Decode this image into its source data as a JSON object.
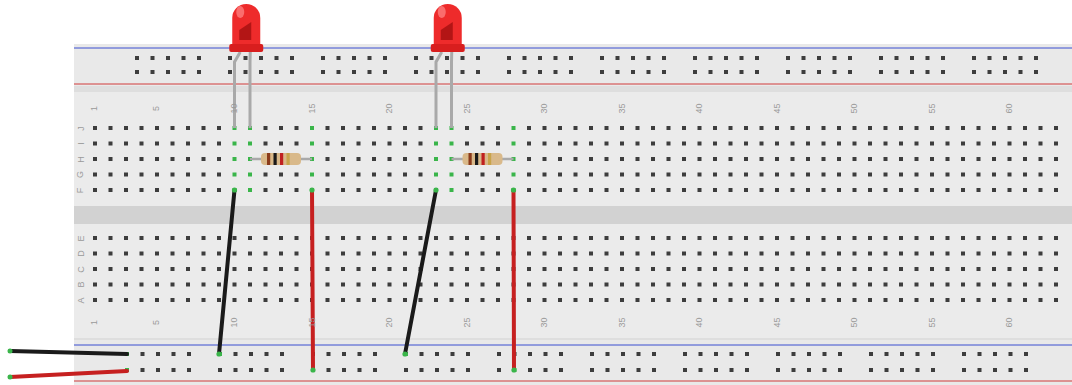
{
  "diagram": {
    "labels": [
      "1",
      "5",
      "10",
      "15",
      "20",
      "25",
      "30",
      "35",
      "40",
      "45",
      "50",
      "55",
      "60",
      "J",
      "I",
      "H",
      "G",
      "F",
      "E",
      "D",
      "C",
      "B",
      "A",
      "1",
      "5",
      "10",
      "15",
      "20",
      "25",
      "30",
      "35",
      "40",
      "45",
      "50",
      "55",
      "60"
    ]
  }
}
